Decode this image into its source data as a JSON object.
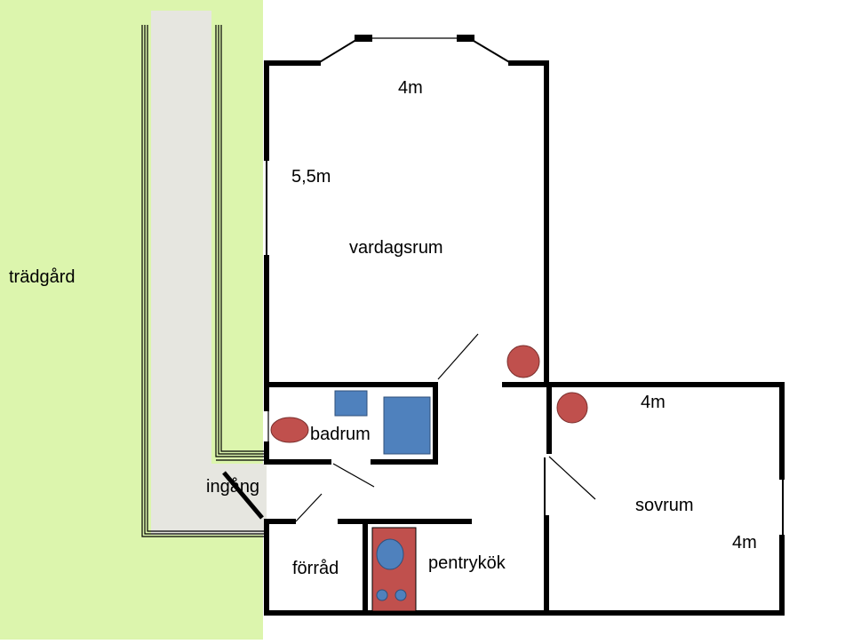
{
  "rooms": {
    "garden": "trädgård",
    "living_room": "vardagsrum",
    "bathroom": "badrum",
    "entrance": "ingång",
    "storage": "förråd",
    "kitchenette": "pentrykök",
    "bedroom": "sovrum"
  },
  "dimensions": {
    "living_width": "4m",
    "living_length": "5,5m",
    "bedroom_width": "4m",
    "bedroom_length": "4m"
  },
  "colors": {
    "garden": "#dcf5ad",
    "path": "#e6e6e0",
    "wall": "#000000",
    "red_fixture": "#c0504d",
    "blue_fixture": "#4f81bd",
    "stove": "#c0504d"
  }
}
